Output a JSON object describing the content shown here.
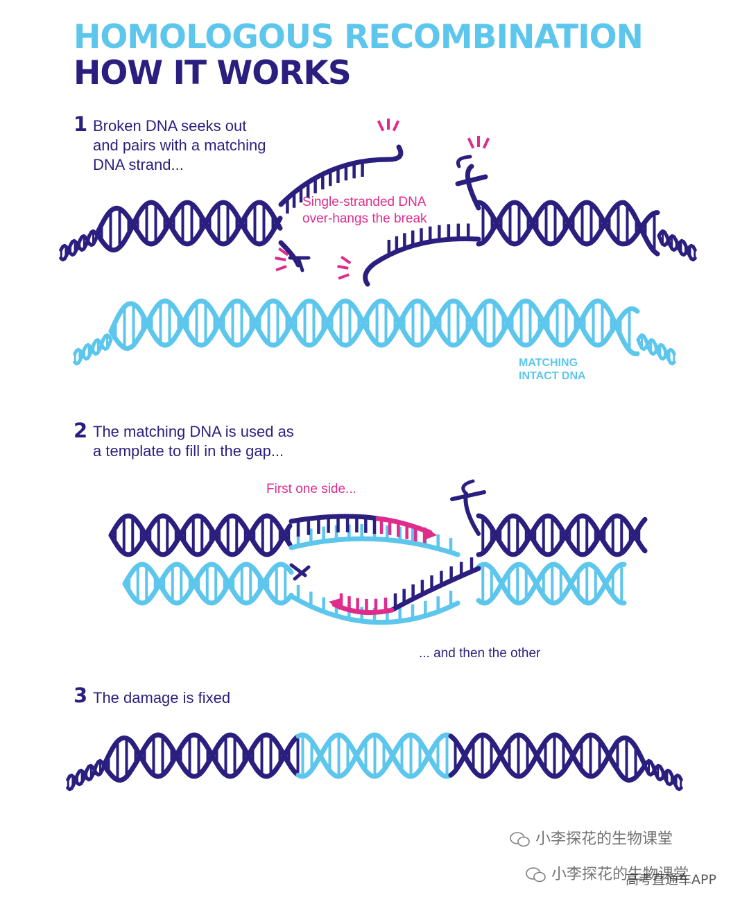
{
  "header": {
    "title": "HOMOLOGOUS RECOMBINATION",
    "subtitle": "HOW IT WORKS"
  },
  "steps": [
    {
      "number": "1",
      "lines": [
        "Broken DNA seeks out",
        "and pairs with a matching",
        "DNA strand..."
      ]
    },
    {
      "number": "2",
      "lines": [
        "The matching DNA is used as",
        "a template to fill in the gap..."
      ]
    },
    {
      "number": "3",
      "lines": [
        "The damage is fixed"
      ]
    }
  ],
  "labels": {
    "overhang": [
      "Single-stranded DNA",
      "over-hangs the break"
    ],
    "matching": [
      "MATCHING",
      "INTACT DNA"
    ],
    "first_side": "First one side...",
    "then_other": "... and then the other"
  },
  "watermarks": {
    "line1": "小李探花的生物课堂",
    "line2": "小李探花的生物课堂",
    "line3": "高考直通车APP"
  },
  "colors": {
    "navy": "#2a1f7e",
    "cyan": "#5cc6ec",
    "pink": "#df2c8c"
  }
}
